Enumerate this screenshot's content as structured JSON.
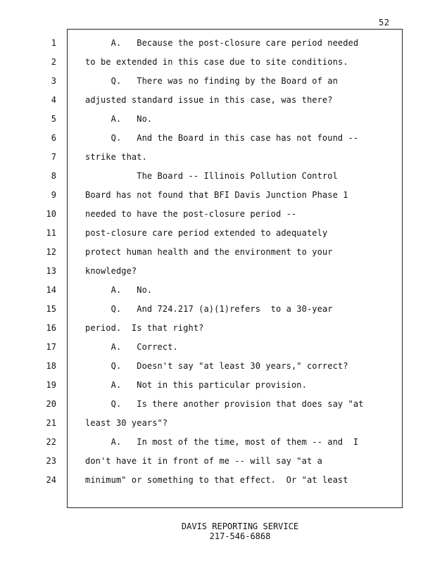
{
  "page_number": "52",
  "line_numbers": [
    "1",
    "2",
    "3",
    "4",
    "5",
    "6",
    "7",
    "8",
    "9",
    "10",
    "11",
    "12",
    "13",
    "14",
    "15",
    "16",
    "17",
    "18",
    "19",
    "20",
    "21",
    "22",
    "23",
    "24"
  ],
  "lines": [
    "     A.   Because the post-closure care period needed",
    "to be extended in this case due to site conditions.",
    "     Q.   There was no finding by the Board of an",
    "adjusted standard issue in this case, was there?",
    "     A.   No.",
    "     Q.   And the Board in this case has not found --",
    "strike that.",
    "          The Board -- Illinois Pollution Control",
    "Board has not found that BFI Davis Junction Phase 1",
    "needed to have the post-closure period --",
    "post-closure care period extended to adequately",
    "protect human health and the environment to your",
    "knowledge?",
    "     A.   No.",
    "     Q.   And 724.217 (a)(1)refers  to a 30-year",
    "period.  Is that right?",
    "     A.   Correct.",
    "     Q.   Doesn't say \"at least 30 years,\" correct?",
    "     A.   Not in this particular provision.",
    "     Q.   Is there another provision that does say \"at",
    "least 30 years\"?",
    "     A.   In most of the time, most of them -- and  I",
    "don't have it in front of me -- will say \"at a",
    "minimum\" or something to that effect.  Or \"at least"
  ],
  "footer": {
    "company": "DAVIS REPORTING SERVICE",
    "phone": "217-546-6868"
  }
}
